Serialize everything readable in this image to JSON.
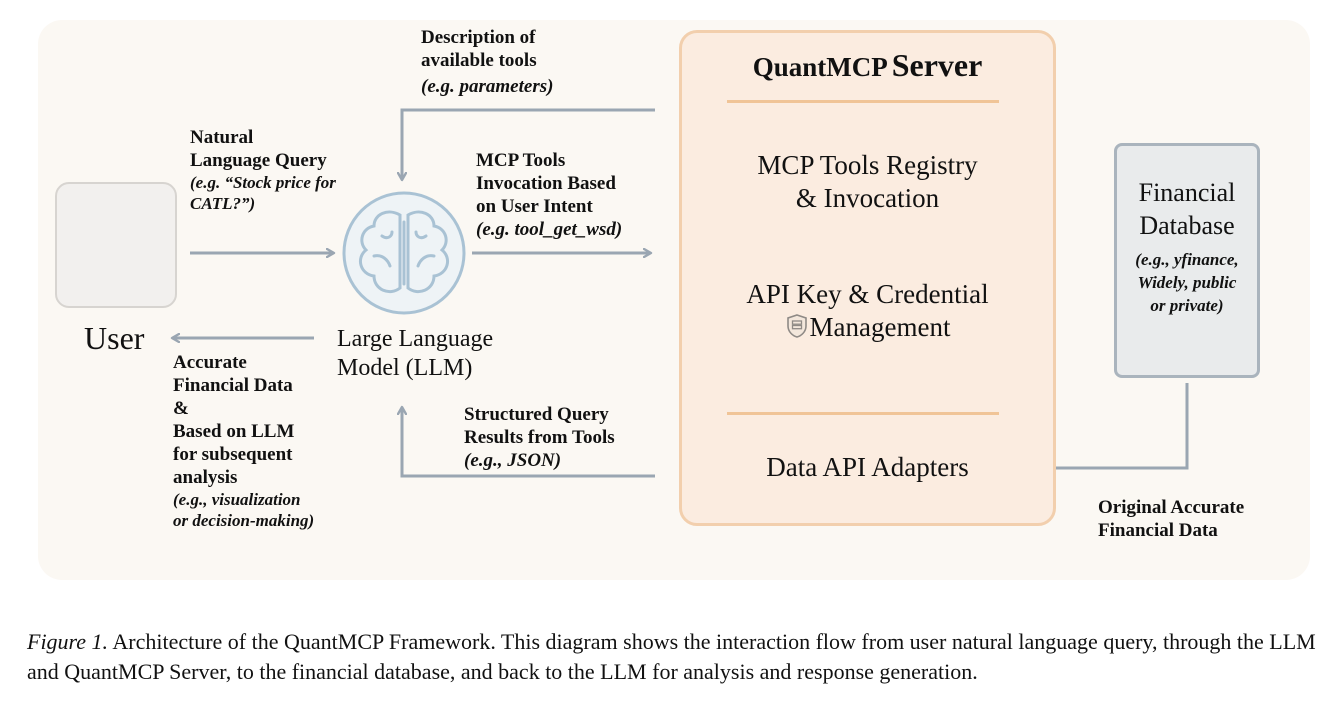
{
  "user": {
    "label": "User"
  },
  "llm": {
    "label_line1": "Large Language",
    "label_line2": "Model (LLM)"
  },
  "query": {
    "line1": "Natural",
    "line2": "Language Query",
    "example_line1": "(e.g. “Stock price for",
    "example_line2": "CATL?”)"
  },
  "tools_desc": {
    "line1": "Description of",
    "line2": "available tools",
    "example": "(e.g. parameters)"
  },
  "invocation": {
    "line1": "MCP Tools",
    "line2": "Invocation Based",
    "line3": "on User Intent",
    "example": "(e.g. tool_get_wsd)"
  },
  "response": {
    "line1": "Accurate",
    "line2": "Financial Data",
    "line3": "&",
    "line4": "Based on LLM",
    "line5": "for subsequent",
    "line6": "analysis",
    "example_line1": "(e.g., visualization",
    "example_line2": "or decision-making)"
  },
  "results": {
    "line1": "Structured Query",
    "line2": "Results from Tools",
    "example": "(e.g., JSON)"
  },
  "server": {
    "title_prefix": "QuantMCP",
    "title_suffix": "Server",
    "registry_line1": "MCP Tools Registry",
    "registry_line2": "& Invocation",
    "credential_line1": "API Key & Credential",
    "credential_line2": "Management",
    "adapters": "Data API Adapters"
  },
  "database": {
    "title_line1": "Financial",
    "title_line2": "Database",
    "example_line1": "(e.g., yfinance,",
    "example_line2": "Widely, public",
    "example_line3": "or private)"
  },
  "original_data": {
    "line1": "Original Accurate",
    "line2": "Financial Data"
  },
  "caption": {
    "figure_label": "Figure 1.",
    "text": "Architecture of the QuantMCP Framework. This diagram shows the interaction flow from user natural language query, through the LLM and QuantMCP Server, to the financial database, and back to the LLM for analysis and response generation."
  },
  "colors": {
    "arrow": "#9aa6b2",
    "server_fill": "#fbece0",
    "server_border": "#f2cfad",
    "separator": "#f0c497",
    "db_fill": "#e9ebec",
    "db_border": "#aab4bd",
    "brain": "#a9c2d4"
  }
}
